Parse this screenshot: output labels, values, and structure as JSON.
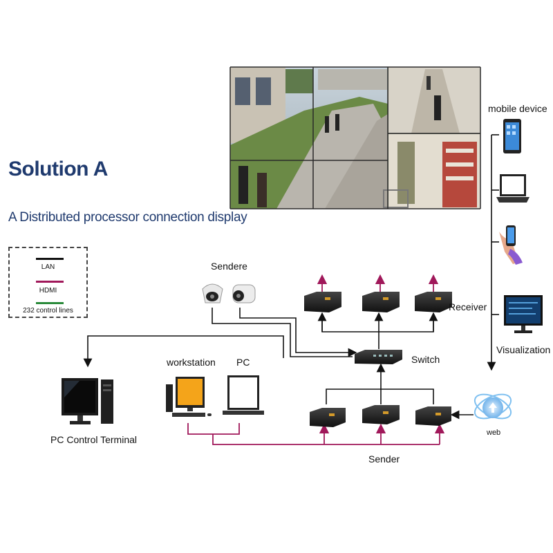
{
  "title": "Solution A",
  "subtitle": "A Distributed processor connection display",
  "legend": {
    "items": [
      {
        "label": "LAN",
        "color": "#111111"
      },
      {
        "label": "HDMI",
        "color": "#a0185a"
      },
      {
        "label": "232 control lines",
        "color": "#2a8a3a"
      }
    ]
  },
  "labels": {
    "sender_cameras": "Sendere",
    "receiver": "Receiver",
    "switch": "Switch",
    "workstation": "workstation",
    "pc": "PC",
    "pc_control_terminal": "PC Control Terminal",
    "sender": "Sender",
    "mobile_device": "mobile device",
    "visualization": "Visualization",
    "web": "web"
  },
  "icons": {
    "video_wall": "video-wall-image",
    "cameras": [
      "dome-camera-icon",
      "bullet-camera-icon"
    ],
    "receivers": [
      "receiver-box-icon",
      "receiver-box-icon",
      "receiver-box-icon"
    ],
    "senders": [
      "sender-box-icon",
      "sender-box-icon",
      "sender-box-icon"
    ],
    "switch": "network-switch-icon",
    "pc_terminal": "desktop-pc-icon",
    "workstation": "workstation-icon",
    "pc": "laptop-monitor-icon",
    "devices": [
      "tablet-icon",
      "laptop-icon",
      "phone-in-hand-icon",
      "monitor-icon"
    ],
    "web": "cloud-upload-icon"
  },
  "colors": {
    "title": "#1f3a6e",
    "lan": "#111111",
    "hdmi": "#a0185a",
    "control": "#2a8a3a"
  }
}
